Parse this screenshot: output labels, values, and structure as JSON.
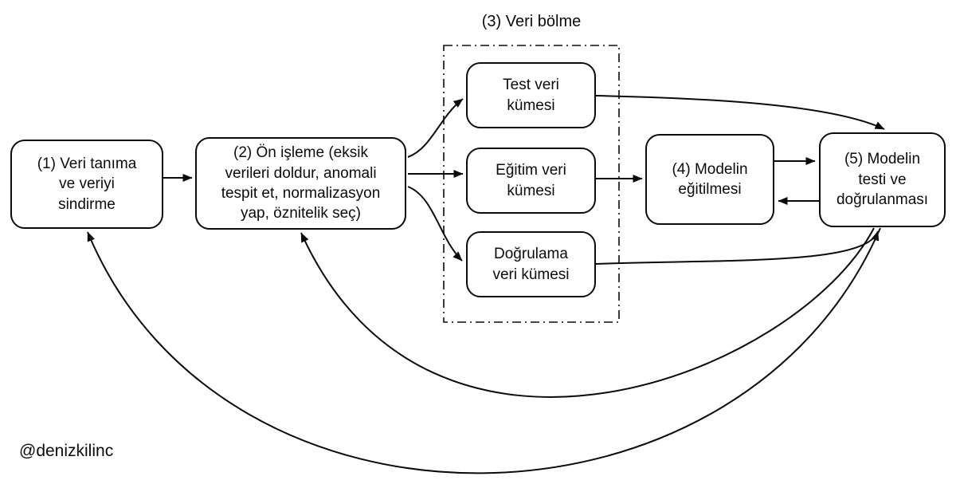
{
  "diagram": {
    "colors": {
      "background": "#ffffff",
      "stroke": "#0b0b0b"
    },
    "watermark": "@denizkilinc",
    "group": {
      "id": "veri-bolme",
      "label": "(3) Veri bölme"
    },
    "nodes": [
      {
        "id": "step-1",
        "label": "(1) Veri tanıma\nve veriyi\nsindirme"
      },
      {
        "id": "step-2",
        "label": "(2) Ön işleme (eksik\nverileri doldur, anomali\ntespit et, normalizasyon\nyap, öznitelik seç)"
      },
      {
        "id": "test-set",
        "label": "Test veri\nkümesi"
      },
      {
        "id": "training-set",
        "label": "Eğitim veri\nkümesi"
      },
      {
        "id": "validation-set",
        "label": "Doğrulama\nveri kümesi"
      },
      {
        "id": "step-4",
        "label": "(4) Modelin\neğitilmesi"
      },
      {
        "id": "step-5",
        "label": "(5) Modelin\ntesti ve\ndoğrulanması"
      }
    ],
    "edges": [
      {
        "from": "step-1",
        "to": "step-2"
      },
      {
        "from": "step-2",
        "to": "test-set"
      },
      {
        "from": "step-2",
        "to": "training-set"
      },
      {
        "from": "step-2",
        "to": "validation-set"
      },
      {
        "from": "test-set",
        "to": "step-5"
      },
      {
        "from": "training-set",
        "to": "step-4"
      },
      {
        "from": "step-4",
        "to": "step-5"
      },
      {
        "from": "step-5",
        "to": "step-4"
      },
      {
        "from": "validation-set",
        "to": "step-5"
      },
      {
        "from": "step-5",
        "to": "step-2"
      },
      {
        "from": "step-5",
        "to": "step-1"
      }
    ]
  }
}
